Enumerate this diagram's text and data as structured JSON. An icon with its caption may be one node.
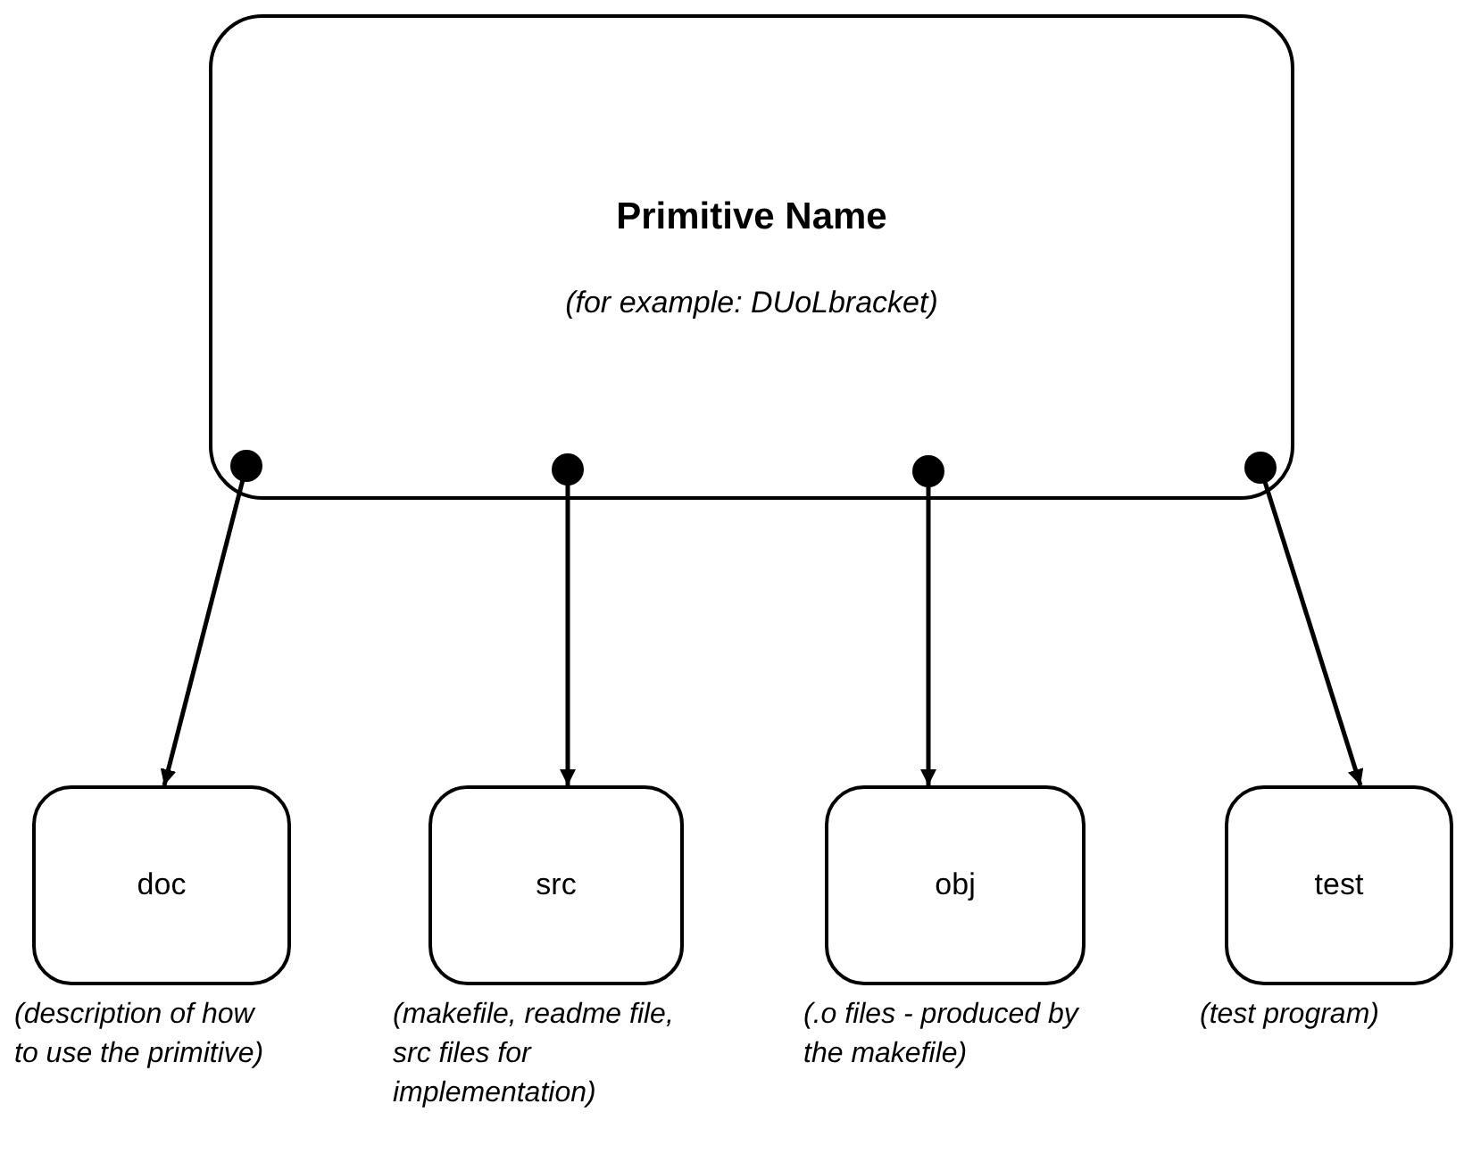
{
  "diagram": {
    "nodes": [
      {
        "text": [
          "Primitive Name",
          "(for example: DUoLbracket)"
        ]
      },
      {
        "text": [
          "doc"
        ],
        "beside": [
          "(description of how to use the primitive)"
        ]
      },
      {
        "text": [
          "src"
        ],
        "beside": [
          "(makefile, readme file, src files for implementation)"
        ]
      },
      {
        "text": [
          "obj"
        ],
        "beside": [
          "(.o files - produced by the makefile)"
        ]
      },
      {
        "text": [
          "test"
        ],
        "beside": [
          "(test program)"
        ]
      }
    ],
    "edges": [
      {
        "from": 0,
        "to": 1,
        "arrow": "to"
      },
      {
        "from": 0,
        "to": 2,
        "arrow": "to"
      },
      {
        "from": 0,
        "to": 3,
        "arrow": "to"
      },
      {
        "from": 0,
        "to": 4,
        "arrow": "to"
      }
    ]
  }
}
